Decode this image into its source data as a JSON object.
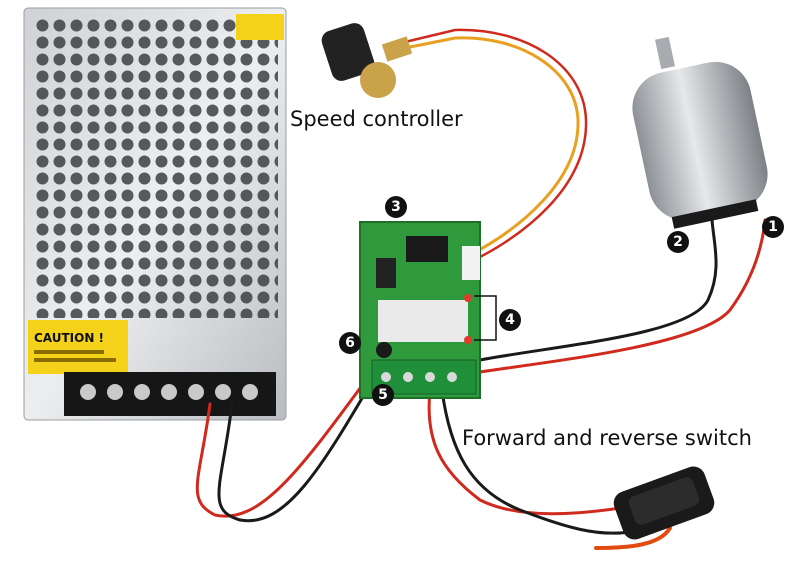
{
  "labels": {
    "speed_controller": "Speed controller",
    "forward_reverse_switch": "Forward and reverse switch"
  },
  "markers": [
    "1",
    "2",
    "3",
    "4",
    "5",
    "6"
  ],
  "power_supply": {
    "caution_title": "CAUTION !"
  },
  "colors": {
    "wire_red": "#d02a1e",
    "wire_black": "#1a1a1a",
    "wire_orange": "#e8a020",
    "pcb_green": "#2f9a3c",
    "terminal_green": "#1f8f3a",
    "caution_yellow": "#f4d21a"
  }
}
